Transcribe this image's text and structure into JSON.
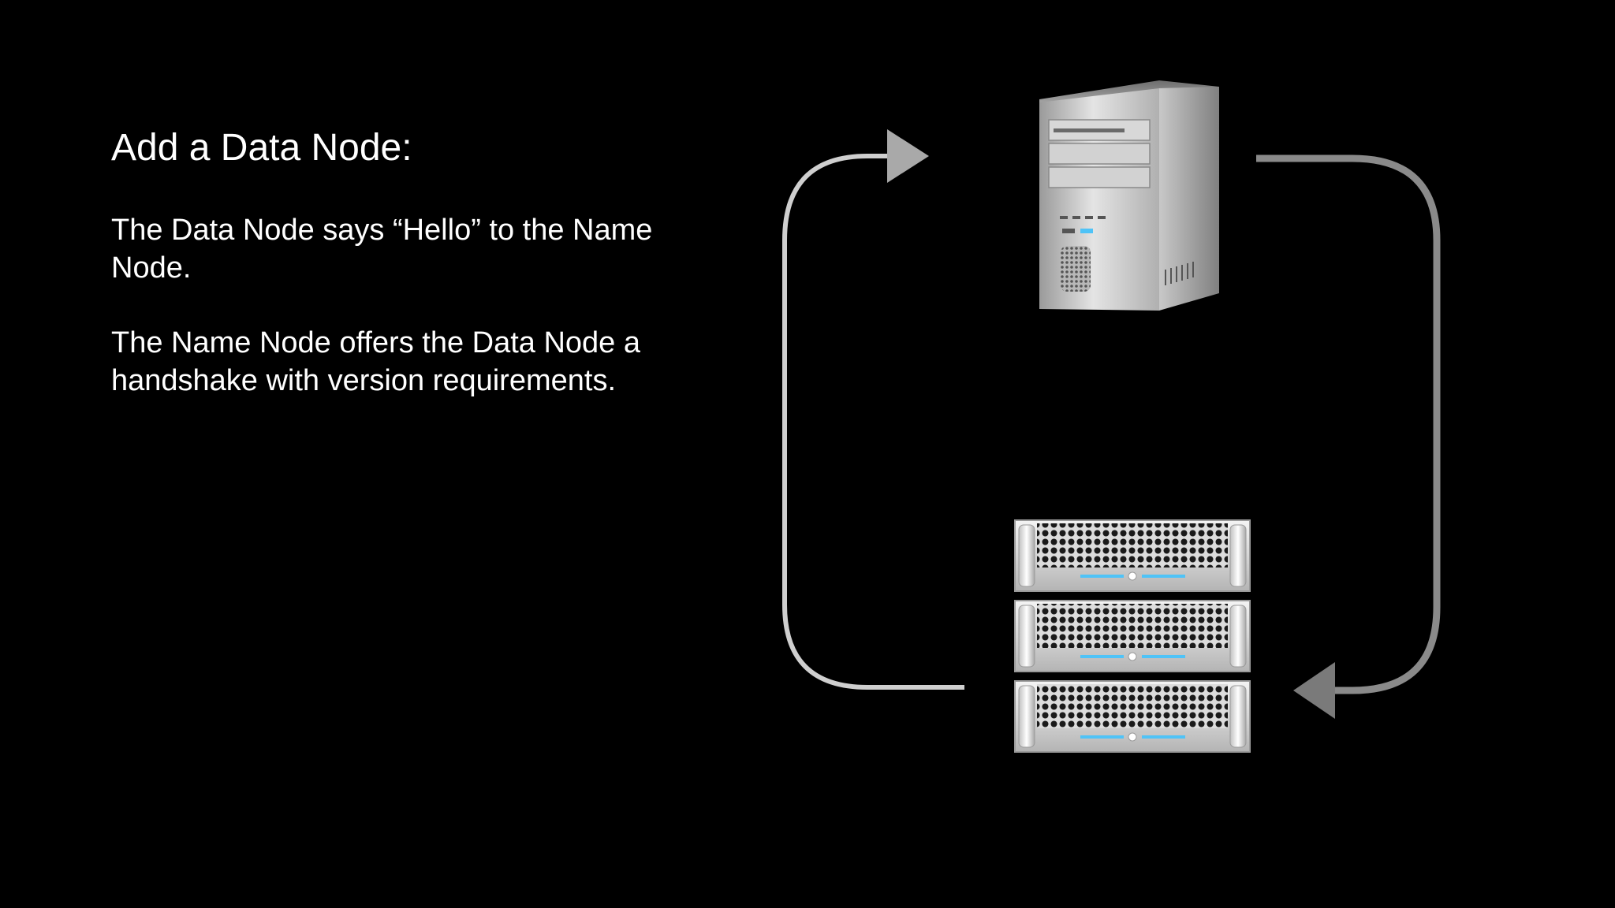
{
  "slide": {
    "title": "Add a Data Node:",
    "paragraphs": [
      "The Data Node says “Hello” to the Name Node.",
      "The Name Node offers the Data Node a handshake with version requirements."
    ]
  },
  "diagram": {
    "nodes": [
      {
        "id": "name-node",
        "depiction": "tower-computer"
      },
      {
        "id": "data-node",
        "depiction": "rack-server-stack",
        "units": 3
      }
    ],
    "edges": [
      {
        "from": "data-node",
        "to": "name-node",
        "color": "#cfcfcf"
      },
      {
        "from": "name-node",
        "to": "data-node",
        "color": "#8a8a8a"
      }
    ]
  },
  "colors": {
    "background": "#000000",
    "text": "#ffffff",
    "left_arrow": "#cfcfcf",
    "right_arrow": "#8a8a8a",
    "status_led": "#4fc3f7"
  }
}
